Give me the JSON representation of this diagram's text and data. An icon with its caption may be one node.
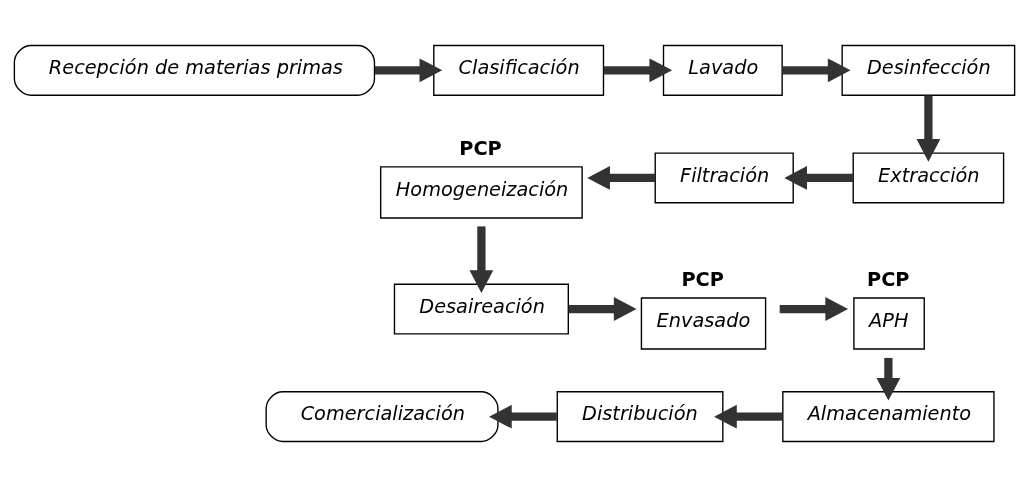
{
  "diagram": {
    "nodes": [
      {
        "text": [
          "Recepción de materias primas"
        ]
      },
      {
        "text": [
          "Clasificación"
        ]
      },
      {
        "text": [
          "Lavado"
        ]
      },
      {
        "text": [
          "Desinfección"
        ]
      },
      {
        "text": [
          "Extracción"
        ]
      },
      {
        "text": [
          "Filtración"
        ]
      },
      {
        "text": [
          "Homogeneización"
        ],
        "beside": [
          "PCP"
        ]
      },
      {
        "text": [
          "Desaireación"
        ]
      },
      {
        "text": [
          "Envasado"
        ],
        "beside": [
          "PCP"
        ]
      },
      {
        "text": [
          "APH"
        ],
        "beside": [
          "PCP"
        ]
      },
      {
        "text": [
          "Almacenamiento"
        ]
      },
      {
        "text": [
          "Distribución"
        ]
      },
      {
        "text": [
          "Comercialización"
        ]
      }
    ],
    "edges": [
      {
        "from": 0,
        "to": 1,
        "arrow": "to"
      },
      {
        "from": 1,
        "to": 2,
        "arrow": "to"
      },
      {
        "from": 2,
        "to": 3,
        "arrow": "to"
      },
      {
        "from": 3,
        "to": 4,
        "arrow": "to"
      },
      {
        "from": 4,
        "to": 5,
        "arrow": "to"
      },
      {
        "from": 5,
        "to": 6,
        "arrow": "to"
      },
      {
        "from": 6,
        "to": 7,
        "arrow": "to"
      },
      {
        "from": 7,
        "to": 8,
        "arrow": "to"
      },
      {
        "from": 8,
        "to": 9,
        "arrow": "to"
      },
      {
        "from": 9,
        "to": 10,
        "arrow": "to"
      },
      {
        "from": 10,
        "to": 11,
        "arrow": "to"
      },
      {
        "from": 11,
        "to": 12,
        "arrow": "to"
      }
    ]
  }
}
